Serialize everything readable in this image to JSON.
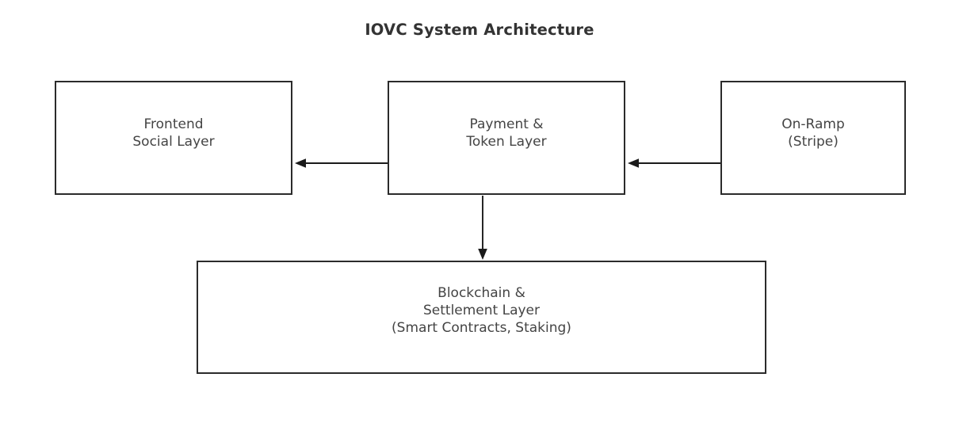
{
  "title": "IOVC System Architecture",
  "diagram": {
    "type": "flow-diagram",
    "background": "#ffffff",
    "box_border_color": "#2b2b2b",
    "text_color": "#444444",
    "title_color": "#333333",
    "arrow_color": "#1a1a1a",
    "nodes": [
      {
        "id": "frontend",
        "label": "Frontend\nSocial Layer",
        "lines": [
          "Frontend",
          "Social Layer"
        ]
      },
      {
        "id": "payment",
        "label": "Payment &\nToken Layer",
        "lines": [
          "Payment &",
          "Token Layer"
        ]
      },
      {
        "id": "onramp",
        "label": "On-Ramp\n(Stripe)",
        "lines": [
          "On-Ramp",
          "(Stripe)"
        ]
      },
      {
        "id": "blockchain",
        "label": "Blockchain &\nSettlement Layer\n(Smart Contracts, Staking)",
        "lines": [
          "Blockchain &",
          "Settlement Layer",
          "(Smart Contracts, Staking)"
        ]
      }
    ],
    "edges": [
      {
        "id": "payment-to-frontend",
        "from": "payment",
        "to": "frontend",
        "direction": "left"
      },
      {
        "id": "onramp-to-payment",
        "from": "onramp",
        "to": "payment",
        "direction": "left"
      },
      {
        "id": "payment-to-blockchain",
        "from": "payment",
        "to": "blockchain",
        "direction": "down"
      }
    ]
  }
}
